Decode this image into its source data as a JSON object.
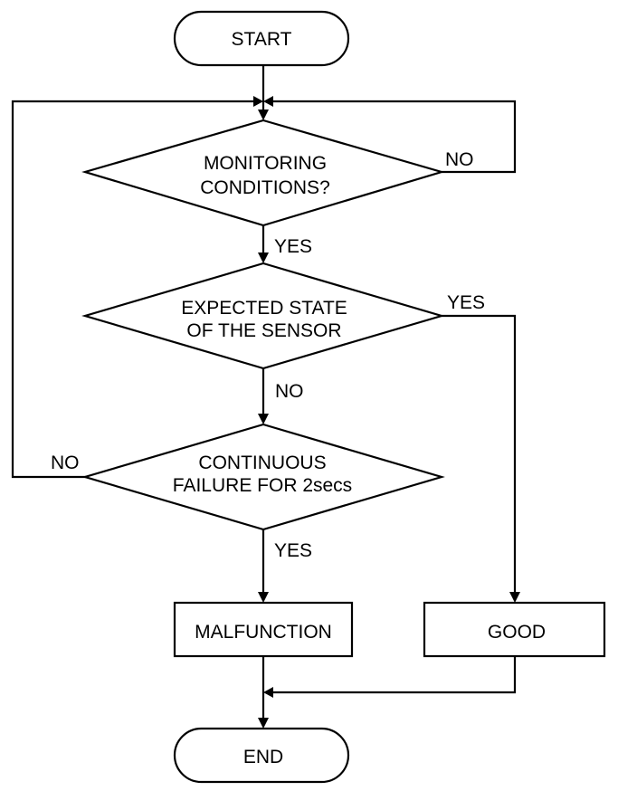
{
  "start": {
    "label": "START"
  },
  "decision_monitoring": {
    "line1": "MONITORING",
    "line2": "CONDITIONS?",
    "no_label": "NO",
    "yes_label": "YES"
  },
  "decision_expected": {
    "line1": "EXPECTED STATE",
    "line2": "OF THE SENSOR",
    "yes_label": "YES",
    "no_label": "NO"
  },
  "decision_failure": {
    "line1": "CONTINUOUS",
    "line2": "FAILURE FOR 2secs",
    "no_label": "NO",
    "yes_label": "YES"
  },
  "malfunction": {
    "label": "MALFUNCTION"
  },
  "good": {
    "label": "GOOD"
  },
  "end": {
    "label": "END"
  }
}
